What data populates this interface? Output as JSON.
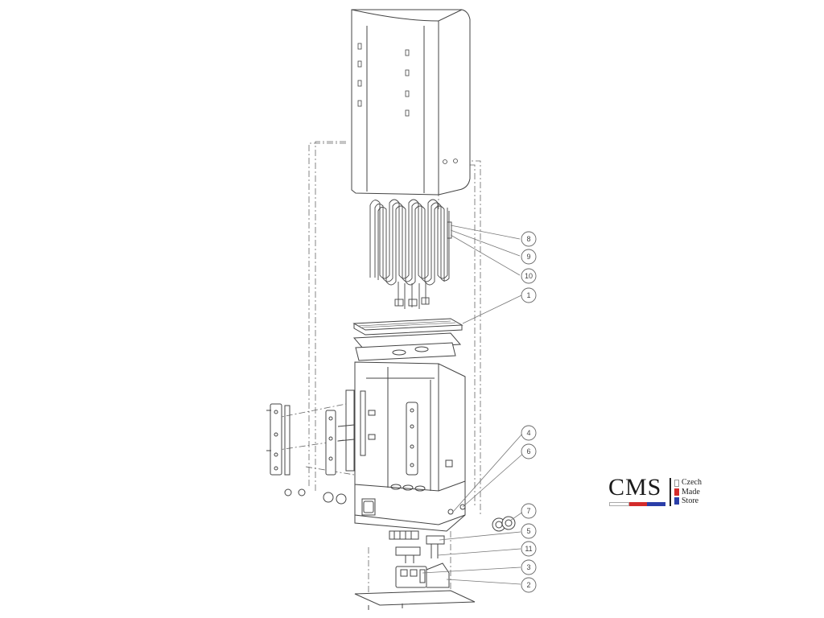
{
  "callouts": [
    "8",
    "9",
    "10",
    "1",
    "4",
    "6",
    "7",
    "5",
    "11",
    "3",
    "2"
  ],
  "logo": {
    "brand": "CMS",
    "line1": "Czech",
    "line2": "Made",
    "line3": "Store",
    "colors": {
      "white": "#ffffff",
      "red": "#d32b2b",
      "blue": "#2a3ea8"
    }
  }
}
